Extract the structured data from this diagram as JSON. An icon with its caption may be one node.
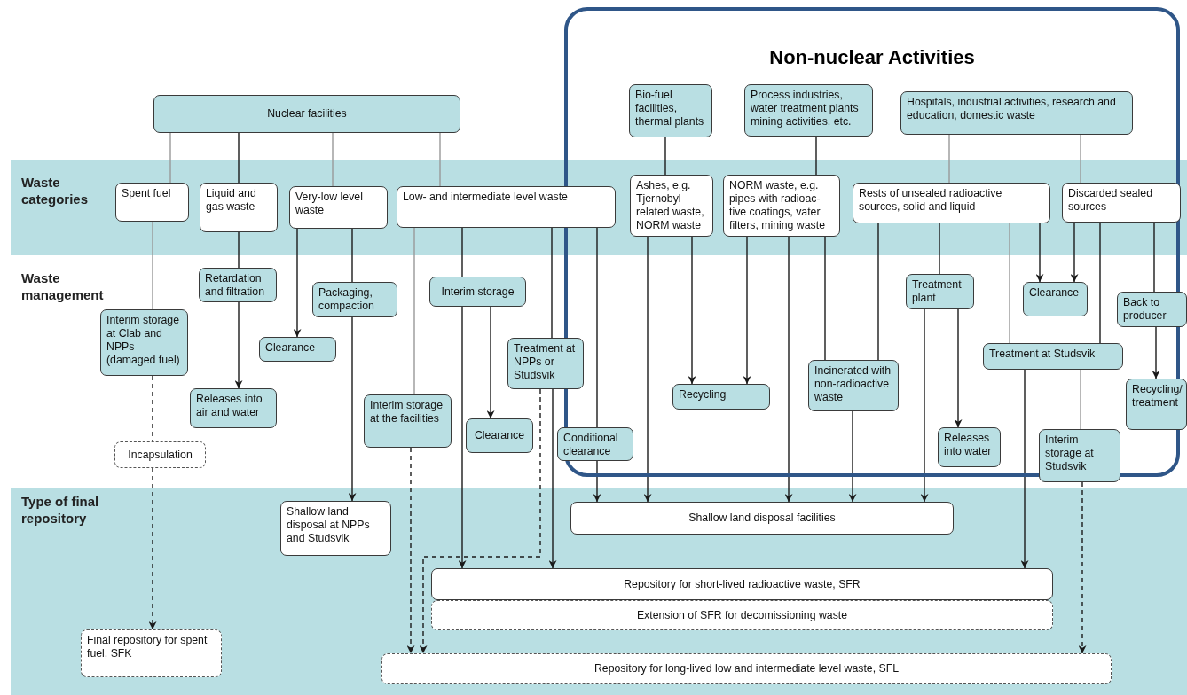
{
  "diagram": {
    "nodes": [
      {
        "text": [
          "Non-nuclear Activities"
        ]
      },
      {
        "text": [
          "Nuclear facilities"
        ]
      },
      {
        "text": [
          "Bio-fuel facilities, thermal plants"
        ],
        "in": 0
      },
      {
        "text": [
          "Process industries, water treatment plants mining activities, etc."
        ],
        "in": 0
      },
      {
        "text": [
          "Hospitals, industrial activities, research and education, domestic waste"
        ],
        "in": 0
      },
      {
        "text": [
          "Spent fuel"
        ]
      },
      {
        "text": [
          "Liquid and gas waste"
        ]
      },
      {
        "text": [
          "Very-low level waste"
        ]
      },
      {
        "text": [
          "Low- and intermediate level waste"
        ]
      },
      {
        "text": [
          "Ashes, e.g. Tjernobyl related waste, NORM waste"
        ],
        "in": 0
      },
      {
        "text": [
          "NORM waste, e.g. pipes with radioac- tive coatings, vater filters, mining waste"
        ],
        "in": 0
      },
      {
        "text": [
          "Rests of unsealed radioactive sources, solid and liquid"
        ],
        "in": 0
      },
      {
        "text": [
          "Discarded sealed sources"
        ],
        "in": 0
      },
      {
        "text": [
          "Retardation and filtration"
        ]
      },
      {
        "text": [
          "Packaging, compaction"
        ]
      },
      {
        "text": [
          "Interim storage"
        ]
      },
      {
        "text": [
          "Interim storage at Clab and NPPs (damaged fuel)"
        ]
      },
      {
        "text": [
          "Treatment at NPPs or Studsvik"
        ]
      },
      {
        "text": [
          "Clearance"
        ]
      },
      {
        "text": [
          "Treatment plant"
        ],
        "in": 0
      },
      {
        "text": [
          "Clearance"
        ],
        "in": 0
      },
      {
        "text": [
          "Back to producer"
        ]
      },
      {
        "text": [
          "Treatment at Studsvik"
        ],
        "in": 0
      },
      {
        "text": [
          "Recycling"
        ],
        "in": 0
      },
      {
        "text": [
          "Incinerated with non-radioactive waste"
        ],
        "in": 0
      },
      {
        "text": [
          "Releases into air and water"
        ]
      },
      {
        "text": [
          "Interim storage at the facilities"
        ]
      },
      {
        "text": [
          "Clearance"
        ]
      },
      {
        "text": [
          "Recycling/ treatment"
        ]
      },
      {
        "text": [
          "Incapsulation"
        ]
      },
      {
        "text": [
          "Conditional clearance"
        ]
      },
      {
        "text": [
          "Releases into water"
        ],
        "in": 0
      },
      {
        "text": [
          "Interim storage at Studsvik"
        ]
      },
      {
        "text": [
          "Shallow land disposal at NPPs and Studsvik"
        ]
      },
      {
        "text": [
          "Shallow land disposal facilities"
        ]
      },
      {
        "text": [
          "Repository for short-lived radioactive waste, SFR"
        ]
      },
      {
        "text": [
          "Extension of SFR for decomissioning waste"
        ]
      },
      {
        "text": [
          "Final repository for spent fuel, SFK"
        ]
      },
      {
        "text": [
          "Repository for long-lived low and intermediate level waste, SFL"
        ]
      }
    ],
    "edges": [
      {
        "from": 1,
        "to": 5,
        "arrow": "none",
        "color": "#999999"
      },
      {
        "from": 1,
        "to": 6,
        "arrow": "none"
      },
      {
        "from": 1,
        "to": 7,
        "arrow": "none",
        "color": "#999999"
      },
      {
        "from": 1,
        "to": 8,
        "arrow": "none",
        "color": "#999999"
      },
      {
        "from": 2,
        "to": 9,
        "arrow": "none"
      },
      {
        "from": 3,
        "to": 10,
        "arrow": "none"
      },
      {
        "from": 4,
        "to": 11,
        "arrow": "none",
        "color": "#999999"
      },
      {
        "from": 4,
        "to": 12,
        "arrow": "none",
        "color": "#999999"
      },
      {
        "from": 5,
        "to": 16,
        "arrow": "none",
        "color": "#999999"
      },
      {
        "from": 6,
        "to": 13,
        "arrow": "none"
      },
      {
        "from": 13,
        "to": 25,
        "arrow": "to"
      },
      {
        "from": 7,
        "to": 18,
        "arrow": "to"
      },
      {
        "from": 7,
        "to": 14,
        "arrow": "none"
      },
      {
        "from": 14,
        "to": 33,
        "arrow": "to"
      },
      {
        "from": 8,
        "to": 26,
        "arrow": "none",
        "color": "#999999"
      },
      {
        "from": 26,
        "to": 38,
        "arrow": "to",
        "style": "dashed"
      },
      {
        "from": 8,
        "to": 15,
        "arrow": "none"
      },
      {
        "from": 15,
        "to": 35,
        "arrow": "to"
      },
      {
        "from": 15,
        "to": 27,
        "arrow": "to"
      },
      {
        "from": 8,
        "to": 17,
        "arrow": "none"
      },
      {
        "from": 17,
        "to": 35,
        "arrow": "to"
      },
      {
        "from": 17,
        "to": 38,
        "arrow": "to",
        "style": "dashed"
      },
      {
        "from": 8,
        "to": 30,
        "arrow": "none"
      },
      {
        "from": 30,
        "to": 34,
        "arrow": "to"
      },
      {
        "from": 9,
        "to": 34,
        "arrow": "to"
      },
      {
        "from": 9,
        "to": 23,
        "arrow": "to"
      },
      {
        "from": 10,
        "to": 23,
        "arrow": "to"
      },
      {
        "from": 10,
        "to": 34,
        "arrow": "to"
      },
      {
        "from": 10,
        "to": 24,
        "arrow": "none"
      },
      {
        "from": 24,
        "to": 34,
        "arrow": "to"
      },
      {
        "from": 11,
        "to": 24,
        "arrow": "none"
      },
      {
        "from": 11,
        "to": 19,
        "arrow": "none"
      },
      {
        "from": 19,
        "to": 31,
        "arrow": "to"
      },
      {
        "from": 19,
        "to": 34,
        "arrow": "to"
      },
      {
        "from": 11,
        "to": 22,
        "arrow": "none",
        "color": "#999999"
      },
      {
        "from": 11,
        "to": 20,
        "arrow": "to"
      },
      {
        "from": 12,
        "to": 20,
        "arrow": "to"
      },
      {
        "from": 12,
        "to": 22,
        "arrow": "none"
      },
      {
        "from": 12,
        "to": 21,
        "arrow": "none"
      },
      {
        "from": 21,
        "to": 28,
        "arrow": "to"
      },
      {
        "from": 22,
        "to": 35,
        "arrow": "to"
      },
      {
        "from": 22,
        "to": 32,
        "arrow": "none",
        "color": "#999999"
      },
      {
        "from": 32,
        "to": 38,
        "arrow": "to",
        "style": "dashed"
      },
      {
        "from": 16,
        "to": 29,
        "arrow": "none",
        "style": "dashed"
      },
      {
        "from": 29,
        "to": 37,
        "arrow": "to",
        "style": "dashed"
      }
    ],
    "labels": [
      "Waste categories",
      "Waste management",
      "Type of final repository"
    ]
  }
}
